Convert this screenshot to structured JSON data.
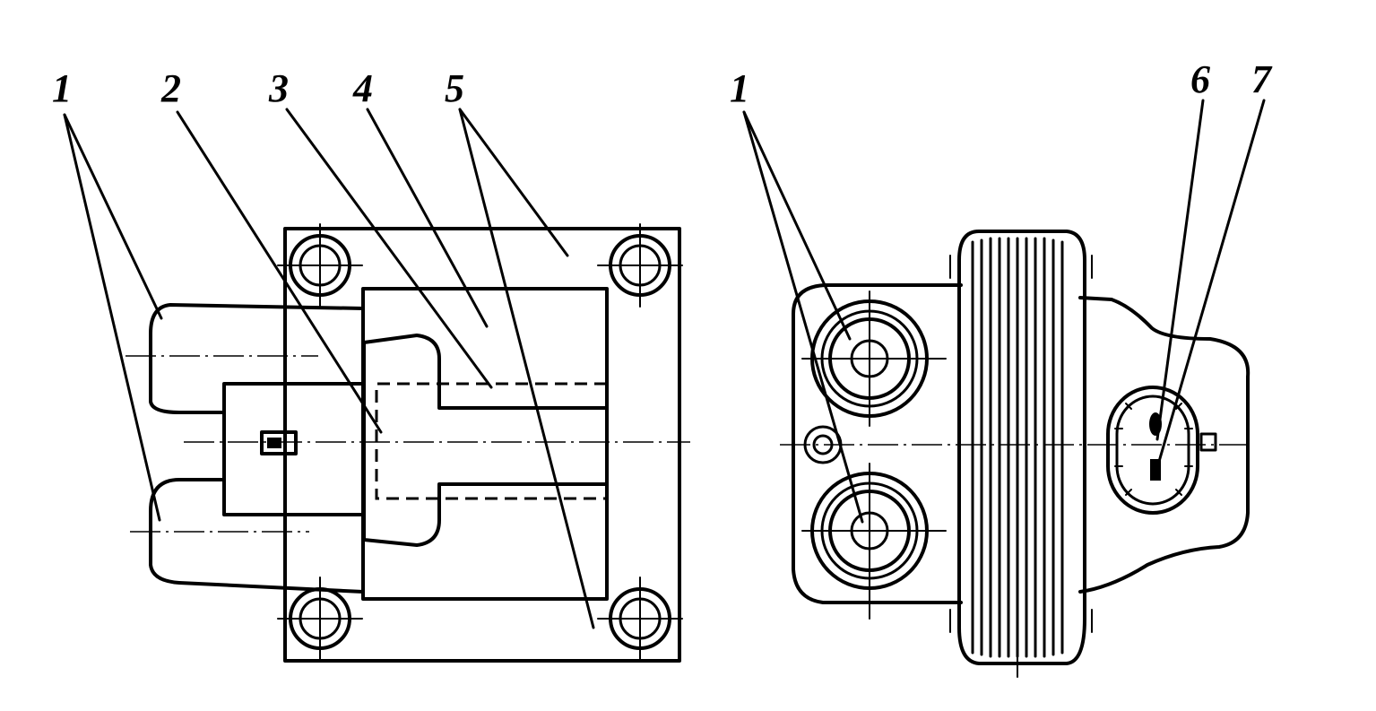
{
  "left_view": {
    "labels": [
      "1",
      "2",
      "3",
      "4",
      "5"
    ]
  },
  "right_view": {
    "labels": [
      "1",
      "6",
      "7"
    ]
  }
}
